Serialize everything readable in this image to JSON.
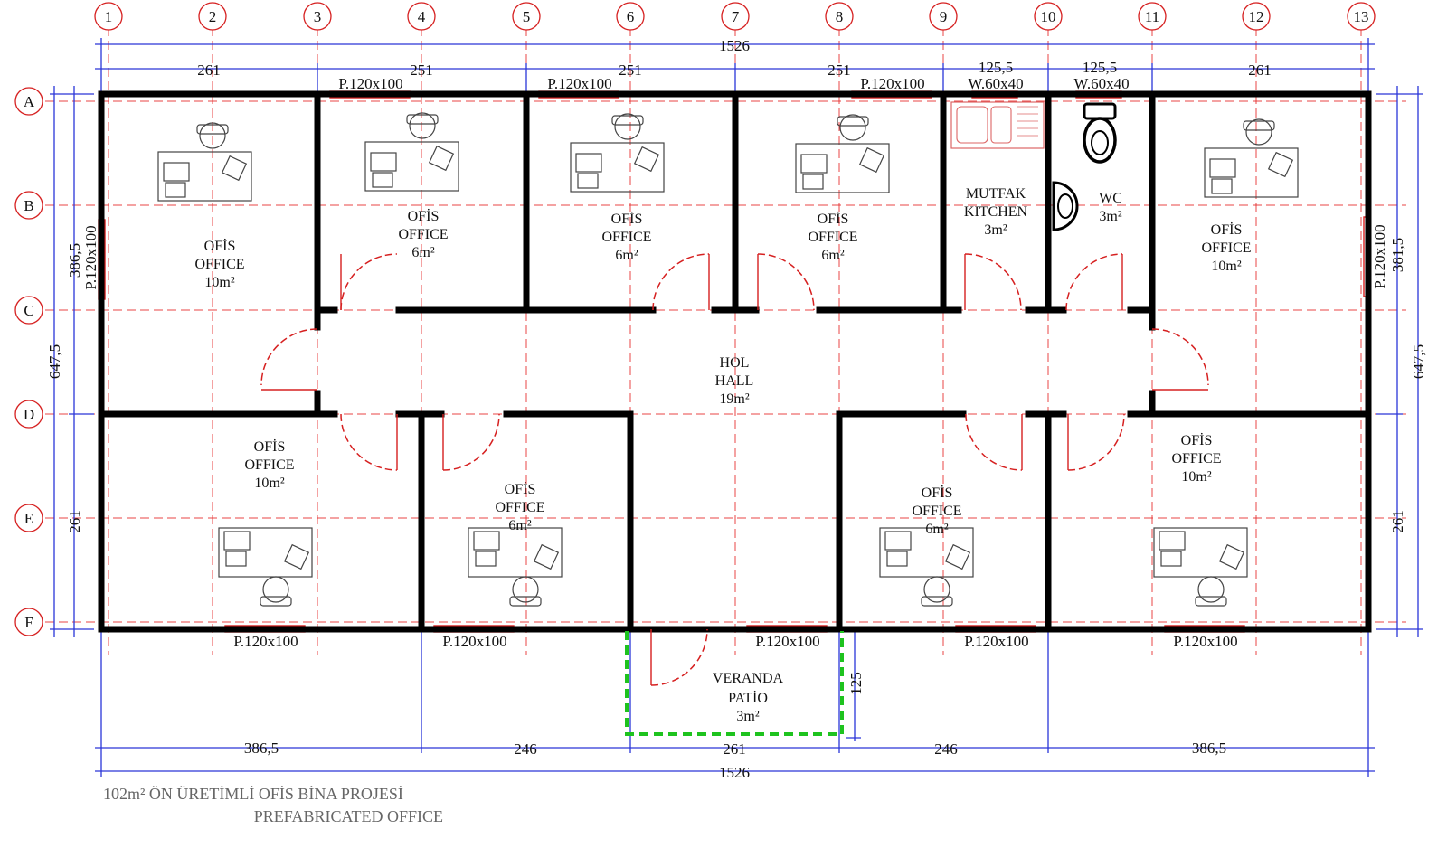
{
  "grid": {
    "columns": [
      "1",
      "2",
      "3",
      "4",
      "5",
      "6",
      "7",
      "8",
      "9",
      "10",
      "11",
      "12",
      "13"
    ],
    "rows": [
      "A",
      "B",
      "C",
      "D",
      "E",
      "F"
    ]
  },
  "dimensions": {
    "total": "1526",
    "top": [
      "261",
      "251",
      "251",
      "251",
      "125,5",
      "125,5",
      "261"
    ],
    "bottom": [
      "386,5",
      "246",
      "261",
      "246",
      "386,5"
    ],
    "left_total": "647,5",
    "left_upper": "386,5",
    "left_lower": "261",
    "right_total": "647,5",
    "right_upper": "381,5",
    "right_lower": "261",
    "patio_depth": "125"
  },
  "windows": {
    "top": [
      "P.120x100",
      "P.120x100",
      "P.120x100",
      "W.60x40",
      "W.60x40"
    ],
    "bottom": [
      "P.120x100",
      "P.120x100",
      "P.120x100",
      "P.120x100",
      "P.120x100"
    ],
    "left": "P.120x100",
    "right": "P.120x100"
  },
  "rooms": {
    "office_a1": {
      "l1": "OFİS",
      "l2": "OFFICE",
      "area": "10m²"
    },
    "office_a2": {
      "l1": "OFİS",
      "l2": "OFFICE",
      "area": "6m²"
    },
    "office_a3": {
      "l1": "OFİS",
      "l2": "OFFICE",
      "area": "6m²"
    },
    "office_a4": {
      "l1": "OFİS",
      "l2": "OFFICE",
      "area": "6m²"
    },
    "kitchen": {
      "l1": "MUTFAK",
      "l2": "KITCHEN",
      "area": "3m²"
    },
    "wc": {
      "l1": "WC",
      "area": "3m²"
    },
    "office_a5": {
      "l1": "OFİS",
      "l2": "OFFICE",
      "area": "10m²"
    },
    "hall": {
      "l1": "HOL",
      "l2": "HALL",
      "area": "19m²"
    },
    "office_b1": {
      "l1": "OFİS",
      "l2": "OFFICE",
      "area": "10m²"
    },
    "office_b2": {
      "l1": "OFİS",
      "l2": "OFFICE",
      "area": "6m²"
    },
    "office_b3": {
      "l1": "OFİS",
      "l2": "OFFICE",
      "area": "6m²"
    },
    "office_b4": {
      "l1": "OFİS",
      "l2": "OFFICE",
      "area": "10m²"
    },
    "patio": {
      "l1": "VERANDA",
      "l2": "PATİO",
      "area": "3m²"
    }
  },
  "title": {
    "line1": "102m² ÖN ÜRETİMLİ OFİS BİNA PROJESİ",
    "line2": "PREFABRICATED OFFICE"
  }
}
